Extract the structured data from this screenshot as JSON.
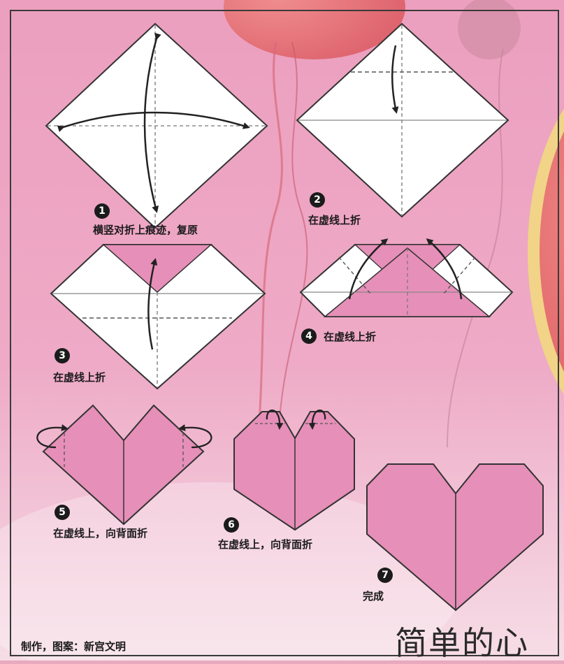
{
  "title": "简单的心",
  "credit": "制作，图案：新宫文明",
  "steps": [
    {
      "number": "1",
      "caption": "横竖对折上痕迹，复原"
    },
    {
      "number": "2",
      "caption": "在虚线上折"
    },
    {
      "number": "3",
      "caption": "在虚线上折"
    },
    {
      "number": "4",
      "caption": "在虚线上折"
    },
    {
      "number": "5",
      "caption": "在虚线上，向背面折"
    },
    {
      "number": "6",
      "caption": "在虚线上，向背面折"
    },
    {
      "number": "7",
      "caption": "完成"
    }
  ],
  "colors": {
    "paper_white": "#ffffff",
    "paper_pink": "#e68fb8",
    "background_pink": "#e9a9bf",
    "balloon_red": "#e4646a",
    "outline": "#333333"
  }
}
